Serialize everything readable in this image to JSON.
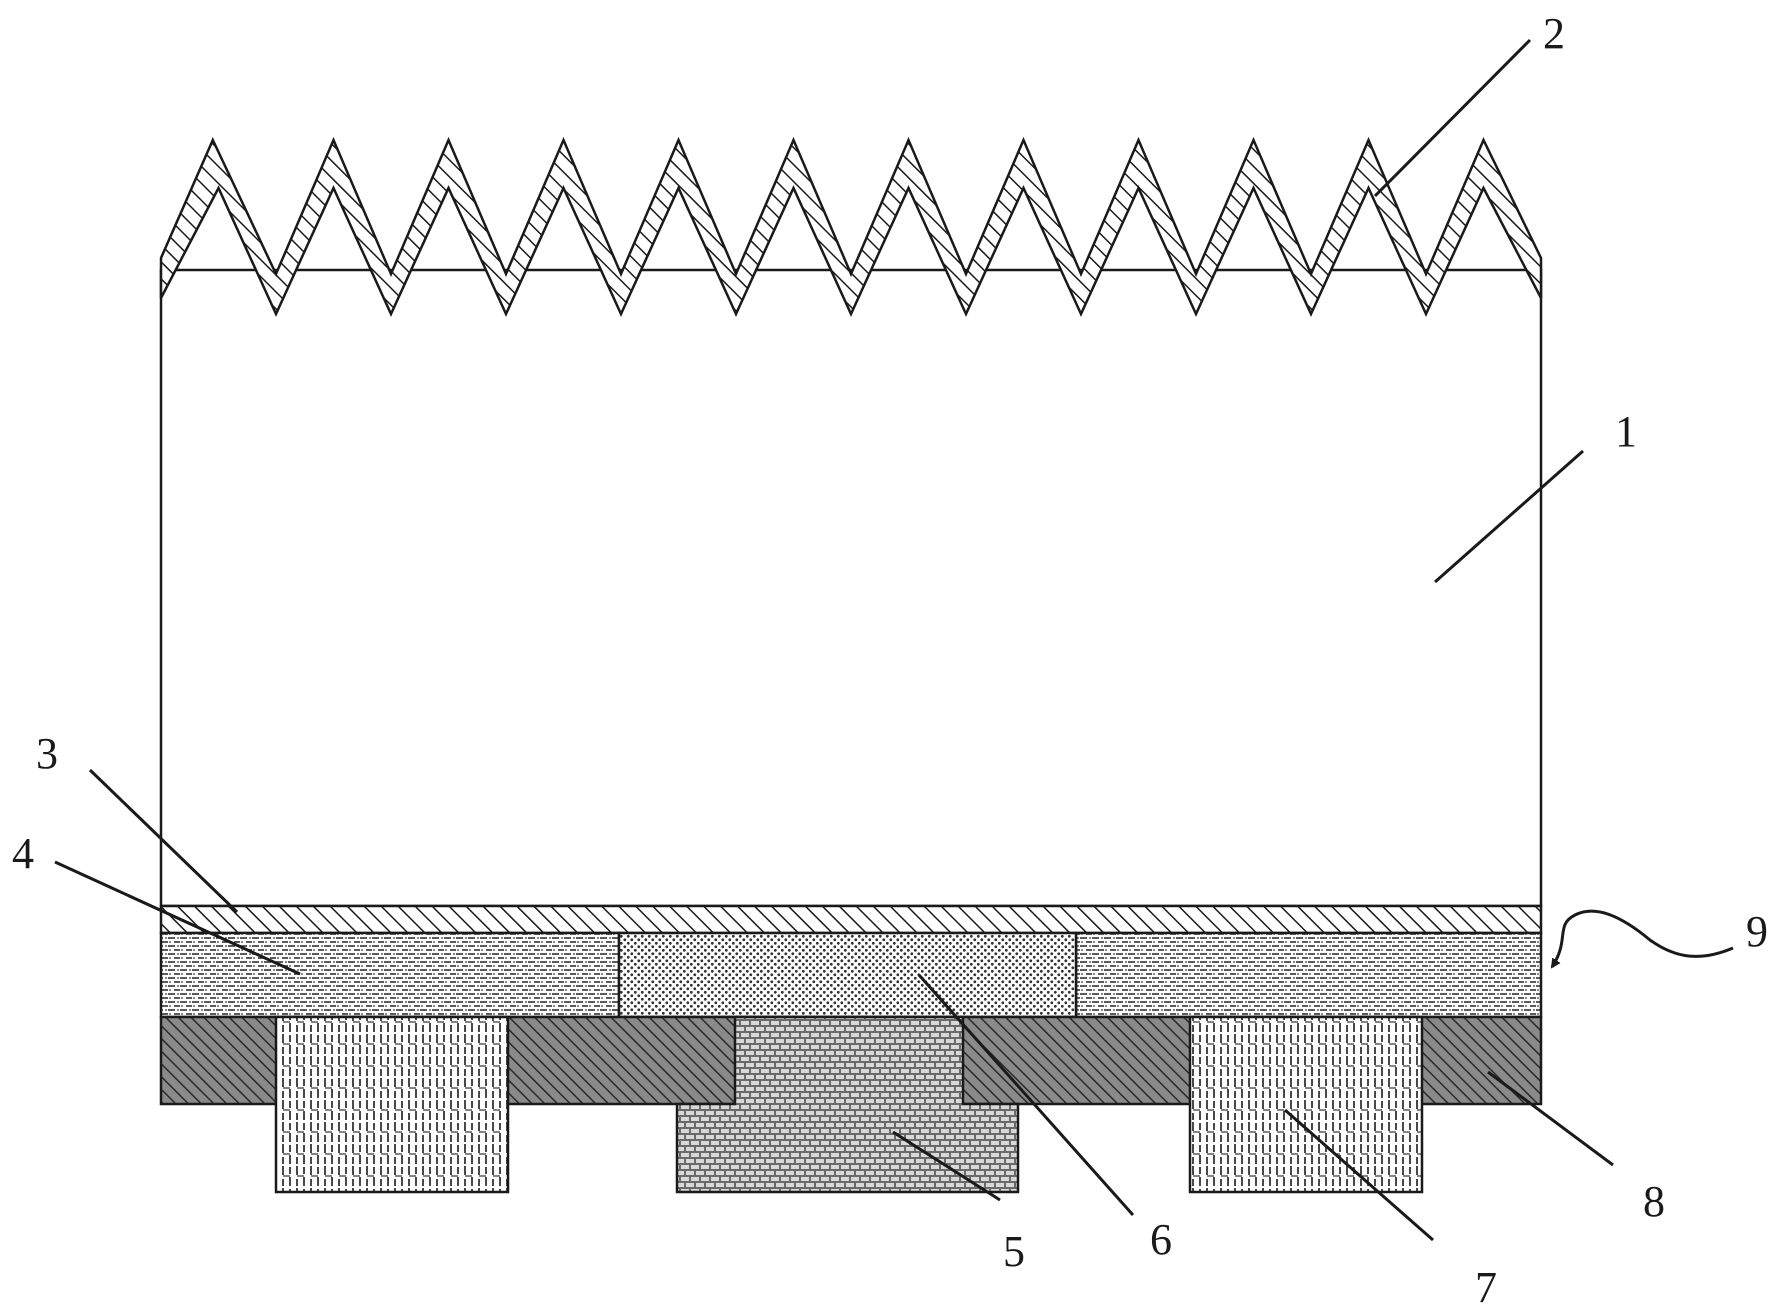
{
  "labels": {
    "label_1": "1",
    "label_2": "2",
    "label_3": "3",
    "label_4": "4",
    "label_5": "5",
    "label_6": "6",
    "label_7": "7",
    "label_8": "8",
    "label_9": "9"
  },
  "colors": {
    "line": "#1a1a1a",
    "background": "#ffffff",
    "layer_8_fill": "#6a6a6a",
    "layer_5_fill": "#5a5a5a"
  }
}
